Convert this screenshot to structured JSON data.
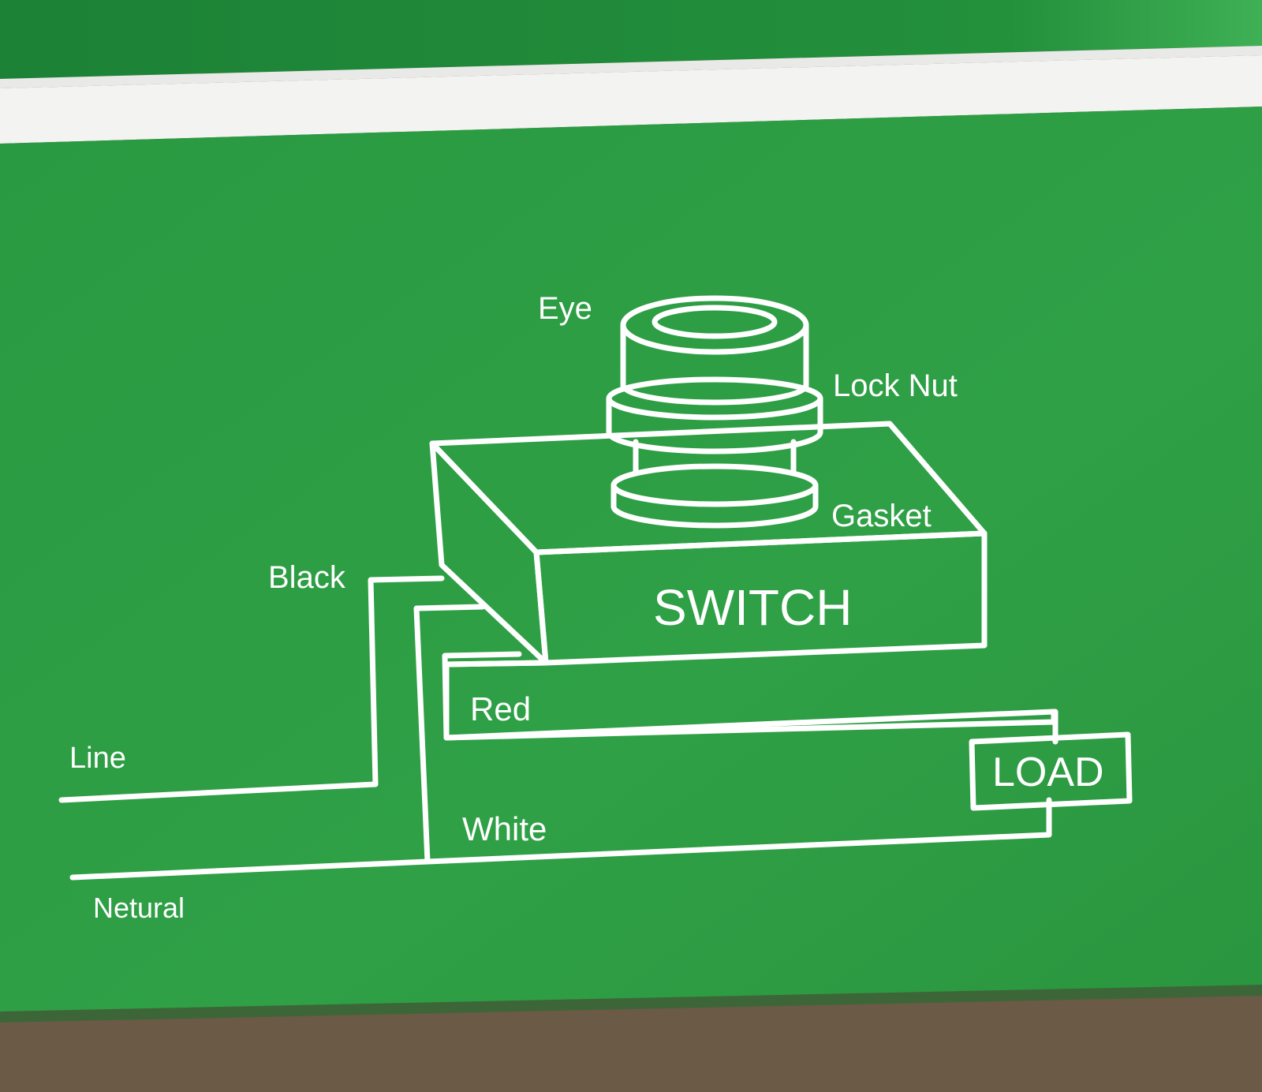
{
  "colors": {
    "box_green": "#2e9f45",
    "lid_green": "#1f8a3a",
    "line_white": "#ffffff",
    "table_brown": "#6b5a45"
  },
  "labels": {
    "eye": "Eye",
    "lock_nut": "Lock Nut",
    "gasket": "Gasket",
    "switch": "SWITCH",
    "black": "Black",
    "red": "Red",
    "line": "Line",
    "white": "White",
    "load": "LOAD",
    "netural": "Netural"
  }
}
